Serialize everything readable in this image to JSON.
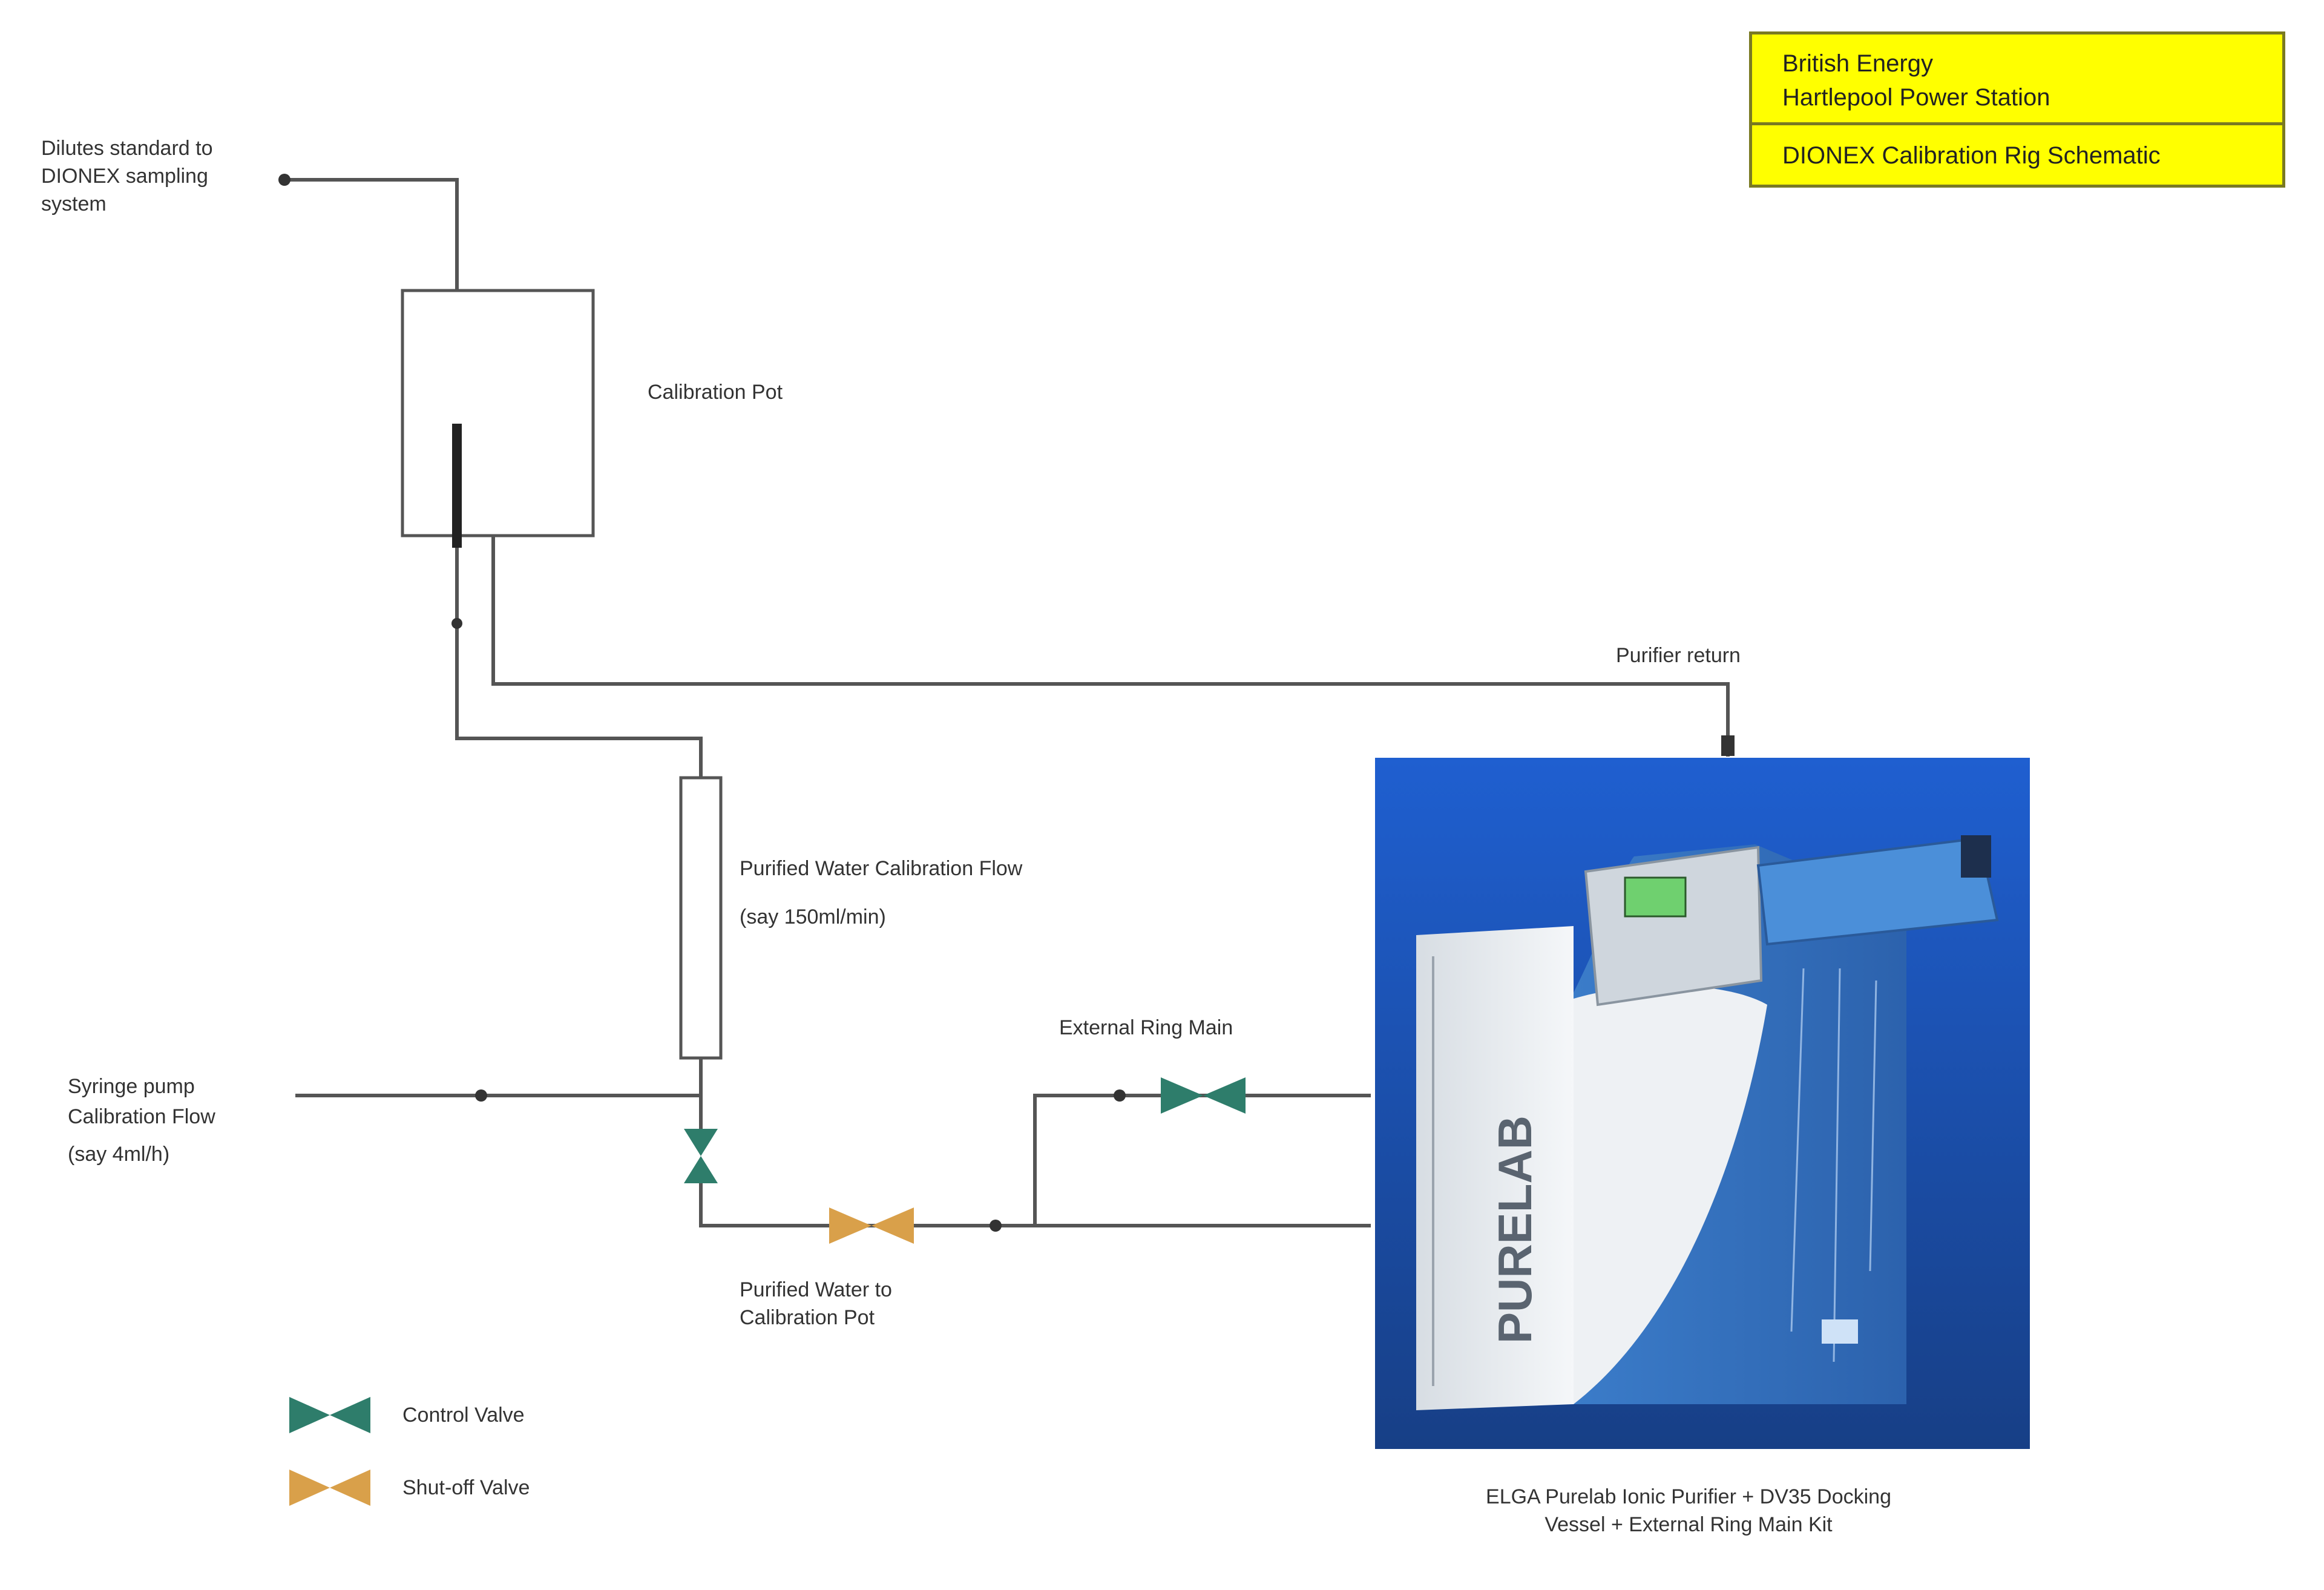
{
  "title_block": {
    "line1": "British Energy",
    "line2": "Hartlepool Power Station",
    "line3": "DIONEX Calibration Rig Schematic"
  },
  "labels": {
    "dionex_return_l1": "Dilutes standard to",
    "dionex_return_l2": "DIONEX sampling",
    "dionex_return_l3": "system",
    "calibration_pot": "Calibration Pot",
    "purifier_return": "Purifier return",
    "purified_flow_l1": "Purified Water Calibration Flow",
    "purified_flow_l2": "(say 150ml/min)",
    "syringe_l1": "Syringe pump",
    "syringe_l2": "Calibration Flow",
    "syringe_l3": "(say 4ml/h)",
    "ring_main": "External Ring Main",
    "purified_to_pot_l1": "Purified Water to",
    "purified_to_pot_l2": "Calibration Pot",
    "purifier_caption_l1": "ELGA Purelab Ionic Purifier + DV35 Docking",
    "purifier_caption_l2": "Vessel + External Ring Main Kit"
  },
  "legend": [
    {
      "label": "Control Valve",
      "color": "#2e7d6b"
    },
    {
      "label": "Shut-off Valve",
      "color": "#d9a04a"
    }
  ],
  "purifier_brand": "PURELAB",
  "colors": {
    "control_valve": "#2e7d6b",
    "shutoff_valve": "#d9a04a",
    "photo_bg": "#1e5cc8",
    "title_bg": "#ffff00"
  }
}
